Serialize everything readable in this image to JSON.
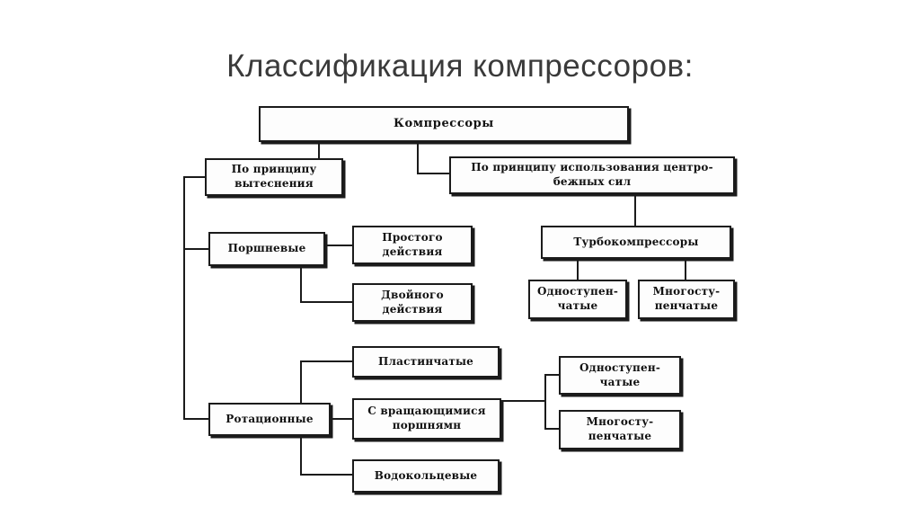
{
  "title": "Классификация компрессоров:",
  "diagram": {
    "root": "Компрессоры",
    "displacement": "По принципу\nвытеснения",
    "centrifugal": "По принципу использования центро-\nбежных сил",
    "turbo": "Турбокомпрессоры",
    "turbo_single_stage": "Одноступен-\nчатые",
    "turbo_multi_stage": "Многосту-\nпенчатые",
    "piston": "Поршневые",
    "single_action": "Простого\nдействия",
    "double_action": "Двойного\nдействия",
    "vane": "Пластинчатые",
    "rotary": "Ротационные",
    "rotating_pistons": "С  вращающимися\nпоршнямн",
    "water_ring": "Водокольцевые",
    "single_stage": "Одноступен-\nчатые",
    "multi_stage": "Многосту-\nпенчатые"
  }
}
